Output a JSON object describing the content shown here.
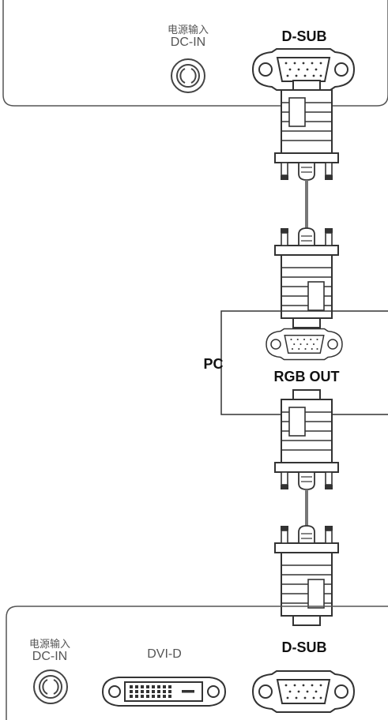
{
  "top_panel": {
    "dc_in_cn": "电源输入",
    "dc_in_en": "DC-IN",
    "dsub_label": "D-SUB"
  },
  "pc": {
    "label": "PC",
    "rgb_out_label": "RGB OUT"
  },
  "bottom_panel": {
    "dc_in_cn": "电源输入",
    "dc_in_en": "DC-IN",
    "dvi_label": "DVI-D",
    "dsub_label": "D-SUB"
  }
}
